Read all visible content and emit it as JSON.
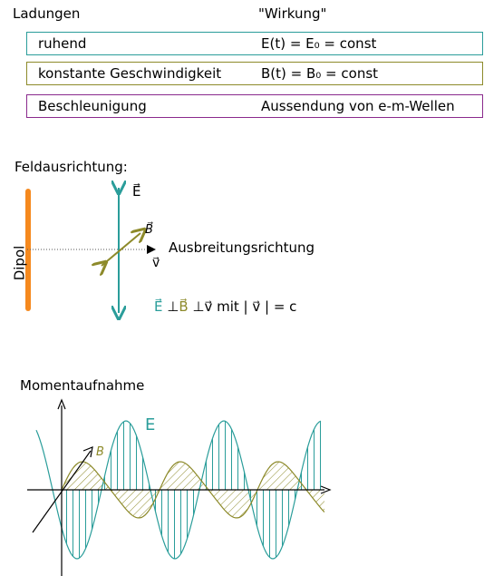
{
  "header": {
    "charges": "Ladungen",
    "effect": "\"Wirkung\""
  },
  "rows": [
    {
      "charge": "ruhend",
      "effect": "E(t) = E₀ = const",
      "color": "#2a9d9a"
    },
    {
      "charge": "konstante Geschwindigkeit",
      "effect": "B(t) = B₀ = const",
      "color": "#8d8a2a"
    },
    {
      "charge": "Beschleunigung",
      "effect": "Aussendung von e-m-Wellen",
      "color": "#8a2a8d"
    }
  ],
  "field_section": {
    "title": "Feldausrichtung:",
    "dipole_label": "Dipol",
    "e_label": "E⃗",
    "b_label": "B⃗",
    "v_label": "v⃗",
    "direction_label": "Ausbreitungsrichtung",
    "relation": {
      "e": "E⃗",
      "perp1": " ⊥",
      "b": "B⃗",
      "rest": " ⊥v⃗ mit | v⃗ | = c"
    }
  },
  "snapshot": {
    "title": "Momentaufnahme",
    "e_label": "E",
    "b_label": "B"
  },
  "colors": {
    "teal": "#2a9d9a",
    "olive": "#8d8a2a",
    "purple": "#8a2a8d",
    "dipole": "#f5891e"
  }
}
